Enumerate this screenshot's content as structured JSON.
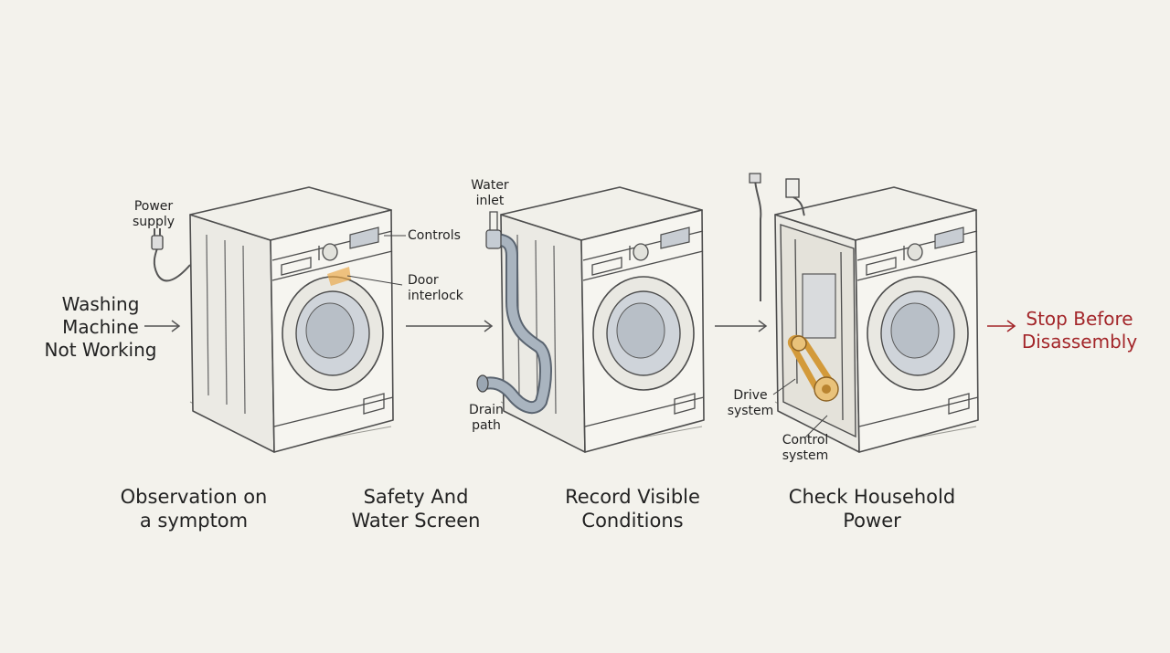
{
  "start_label": [
    "Washing",
    "Machine",
    "Not Working"
  ],
  "stop_label": [
    "Stop Before",
    "Disassembly"
  ],
  "steps": [
    {
      "caption": [
        "Observation on",
        "a symptom"
      ]
    },
    {
      "caption": [
        "Safety And",
        "Water Screen"
      ]
    },
    {
      "caption": [
        "Record Visible",
        "Conditions"
      ]
    },
    {
      "caption": [
        "Check Household",
        "Power"
      ]
    }
  ],
  "callouts": {
    "power_supply": [
      "Power",
      "supply"
    ],
    "controls": [
      "Controls"
    ],
    "door_interlock": [
      "Door",
      "interlock"
    ],
    "water_inlet": [
      "Water",
      "inlet"
    ],
    "drain_path": [
      "Drain",
      "path"
    ],
    "drive_system": [
      "Drive",
      "system"
    ],
    "control_system": [
      "Control",
      "system"
    ]
  },
  "colors": {
    "background": "#f3f2ec",
    "stop_red": "#a3262a",
    "highlight_orange": "#e9a441",
    "hose_blue": "#a9b4bf"
  }
}
